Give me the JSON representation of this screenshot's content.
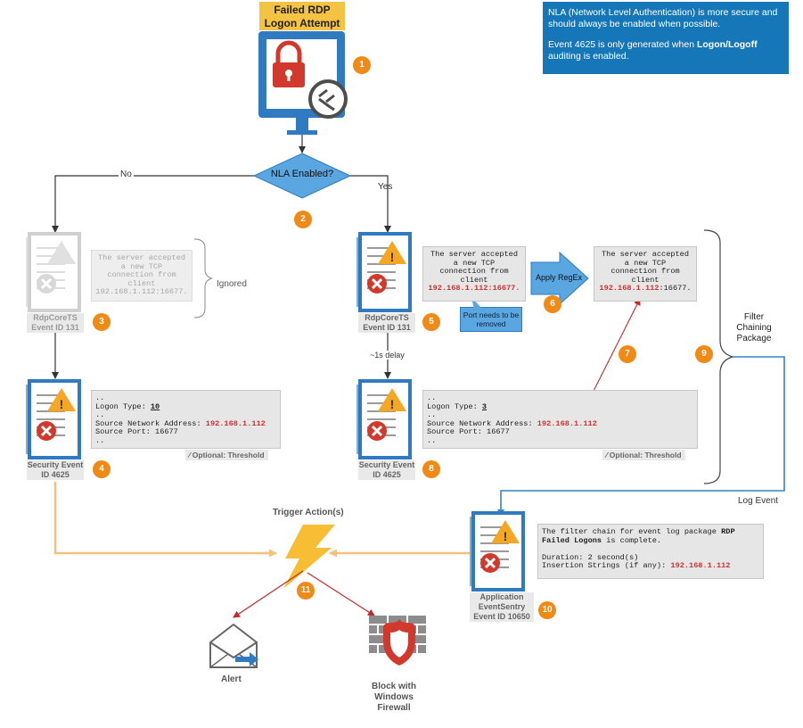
{
  "title": "Failed RDP Logon Attempt",
  "info": {
    "line1": "NLA (Network Level Authentication) is more secure and should always be enabled when possible.",
    "line2_prefix": "Event 4625 is only generated when ",
    "line2_bold": "Logon/Logoff",
    "line2_suffix": " auditing is enabled."
  },
  "decision": {
    "label": "NLA Enabled?",
    "no": "No",
    "yes": "Yes"
  },
  "ignored": "Ignored",
  "delay": "~1s delay",
  "filter_chaining": "Filter Chaining Package",
  "log_event": "Log Event",
  "trigger": "Trigger Action(s)",
  "alert": "Alert",
  "block": "Block with Windows Firewall",
  "apply_regex": "Apply RegEx",
  "port_note": "Port needs to be removed",
  "optional_threshold": "Optional: Threshold",
  "badges": [
    "1",
    "2",
    "3",
    "4",
    "5",
    "6",
    "7",
    "8",
    "9",
    "10",
    "11"
  ],
  "labels": {
    "rdp_left": "RdpCoreTS Event ID 131",
    "rdp_right": "RdpCoreTS Event ID 131",
    "sec_left": "Security Event ID 4625",
    "sec_right": "Security Event ID 4625",
    "app": "Application EventSentry Event ID 10650"
  },
  "tcp_msg": {
    "l1": "The server accepted",
    "l2": "a new TCP",
    "l3": "connection from",
    "l4": "client",
    "ip_port": "192.168.1.112:16677.",
    "ip": "192.168.1.112",
    "port_suffix": ":16677."
  },
  "sec_left": {
    "dots": "..",
    "logon_type_label": "Logon Type: ",
    "logon_type": "10",
    "src_label": "Source Network Address: ",
    "src": "192.168.1.112",
    "port": "Source Port: 16677"
  },
  "sec_right": {
    "logon_type": "3"
  },
  "app_msg": {
    "l1_prefix": "The filter chain for event log package ",
    "l1_bold": "RDP",
    "l2_bold": "Failed Logons",
    "l2_suffix": " is complete.",
    "duration": "Duration: 2 second(s)",
    "ins_label": "Insertion Strings (if any): ",
    "ins": "192.168.1.112"
  }
}
